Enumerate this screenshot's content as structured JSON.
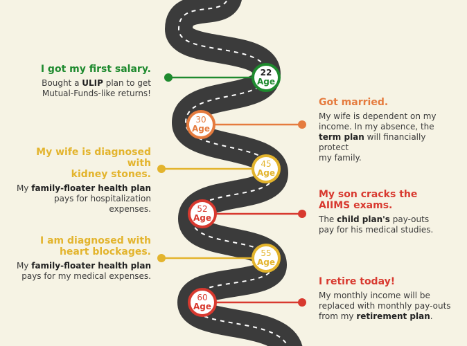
{
  "colors": {
    "background": "#f6f3e4",
    "road": "#3b3b3b",
    "lane": "#ffffff",
    "green": "#1e8a2e",
    "orange": "#e57b3e",
    "yellow": "#e3b42d",
    "red": "#d8392f",
    "text": "#3a3a3a"
  },
  "milestones": [
    {
      "age": "22",
      "age_word": "Age",
      "color": "green",
      "side": "left",
      "title": "I got my first salary.",
      "desc": [
        "Bought a ",
        "ULIP",
        " plan to get\nMutual-Funds-like returns!"
      ]
    },
    {
      "age": "30",
      "age_word": "Age",
      "color": "orange",
      "side": "right",
      "title": "Got married.",
      "desc": [
        "My wife is dependent on my\nincome. In my absence, the\n",
        "term plan",
        " will financially protect\nmy family."
      ]
    },
    {
      "age": "45",
      "age_word": "Age",
      "color": "yellow",
      "side": "left",
      "title": "My wife is diagnosed with\nkidney stones.",
      "desc": [
        "My ",
        "family-floater health plan",
        "\npays for hospitalization expenses."
      ]
    },
    {
      "age": "52",
      "age_word": "Age",
      "color": "red",
      "side": "right",
      "title": "My son cracks the\nAIIMS exams.",
      "desc": [
        "The ",
        "child plan's",
        " pay-outs\npay for his medical studies."
      ]
    },
    {
      "age": "55",
      "age_word": "Age",
      "color": "yellow",
      "side": "left",
      "title": "I am diagnosed with\nheart blockages.",
      "desc": [
        "My ",
        "family-floater health plan",
        "\npays for my medical expenses."
      ]
    },
    {
      "age": "60",
      "age_word": "Age",
      "color": "red",
      "side": "right",
      "title": "I retire today!",
      "desc": [
        "My monthly income will be\nreplaced with monthly pay-outs\nfrom my ",
        "retirement plan",
        "."
      ]
    }
  ]
}
